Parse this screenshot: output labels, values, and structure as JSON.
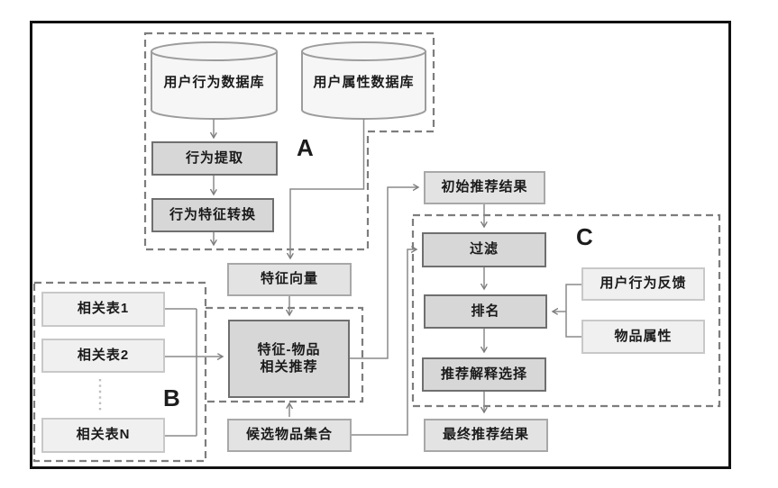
{
  "groups": {
    "a": {
      "label": "A"
    },
    "b": {
      "label": "B"
    },
    "c": {
      "label": "C"
    }
  },
  "nodes": {
    "db_user_behavior": {
      "label": "用户行为数据库"
    },
    "db_user_attribute": {
      "label": "用户属性数据库"
    },
    "behavior_extraction": {
      "label": "行为提取"
    },
    "behavior_feature_conversion": {
      "label": "行为特征转换"
    },
    "feature_vector": {
      "label": "特征向量"
    },
    "related_table_1": {
      "label": "相关表1"
    },
    "related_table_2": {
      "label": "相关表2"
    },
    "related_table_n": {
      "label": "相关表N"
    },
    "feature_item_recommend": {
      "label_line1": "特征-物品",
      "label_line2": "相关推荐"
    },
    "candidate_item_set": {
      "label": "候选物品集合"
    },
    "initial_result": {
      "label": "初始推荐结果"
    },
    "filter": {
      "label": "过滤"
    },
    "ranking": {
      "label": "排名"
    },
    "explanation_selection": {
      "label": "推荐解释选择"
    },
    "user_behavior_feedback": {
      "label": "用户行为反馈"
    },
    "item_attribute": {
      "label": "物品属性"
    },
    "final_result": {
      "label": "最终推荐结果"
    }
  },
  "colors": {
    "outer_border": "#111111",
    "dashed_group_border": "#7d7d7d",
    "connector": "#8a8a8a",
    "process_fill": "#d7d7d7",
    "process_border": "#6f6f6f",
    "io_fill": "#e3e3e3",
    "io_border": "#a8a8a8",
    "light_fill": "#f0f0f0",
    "light_border": "#c8c8c8",
    "cylinder_fill": "#f6f6f6",
    "cylinder_border": "#9c9c9c",
    "text": "#1a1a1a"
  }
}
